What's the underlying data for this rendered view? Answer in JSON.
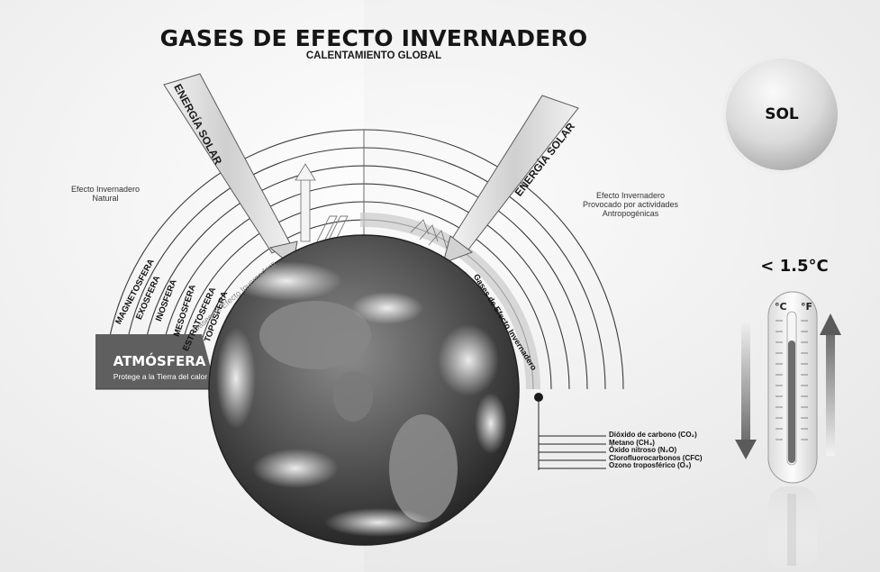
{
  "header": {
    "title": "GASES DE EFECTO INVERNADERO",
    "subtitle": "CALENTAMIENTO GLOBAL"
  },
  "notes": {
    "natural": [
      "Efecto Invernadero",
      "Natural"
    ],
    "anthropogenic": [
      "Efecto Invernadero",
      "Provocado por actividades",
      "Antropogénicas"
    ]
  },
  "atmosphere": {
    "title": "ATMÓSFERA",
    "subtitle": "Protege a la Tierra del calor",
    "layers": [
      "MAGNETOSFERA",
      "EXOSFERA",
      "INOSFERA",
      "MESOSFERA",
      "ESTRATOSFERA",
      "TOPOSFERA"
    ],
    "natural_gases_label": "Gases de Efecto Invernadero",
    "ghg_label": "Gases de Efecto Invernadero"
  },
  "beams": {
    "left": "ENERGÍA SOLAR",
    "right": "ENERGÍA SOLAR"
  },
  "sun": {
    "label": "SOL"
  },
  "thermometer": {
    "target": "< 1.5°C",
    "unit_c": "°C",
    "unit_f": "°F"
  },
  "gases": [
    "Dióxido de carbono (CO₂)",
    "Metano (CH₄)",
    "Óxido nitroso (N₂O)",
    "Clorofluorocarbonos (CFC)",
    "Ozono troposférico (O₃)"
  ],
  "colors": {
    "ink": "#161616",
    "band": "#5f5f5f",
    "sun": "#d9d9d9",
    "earth": "#3d3d3d"
  }
}
